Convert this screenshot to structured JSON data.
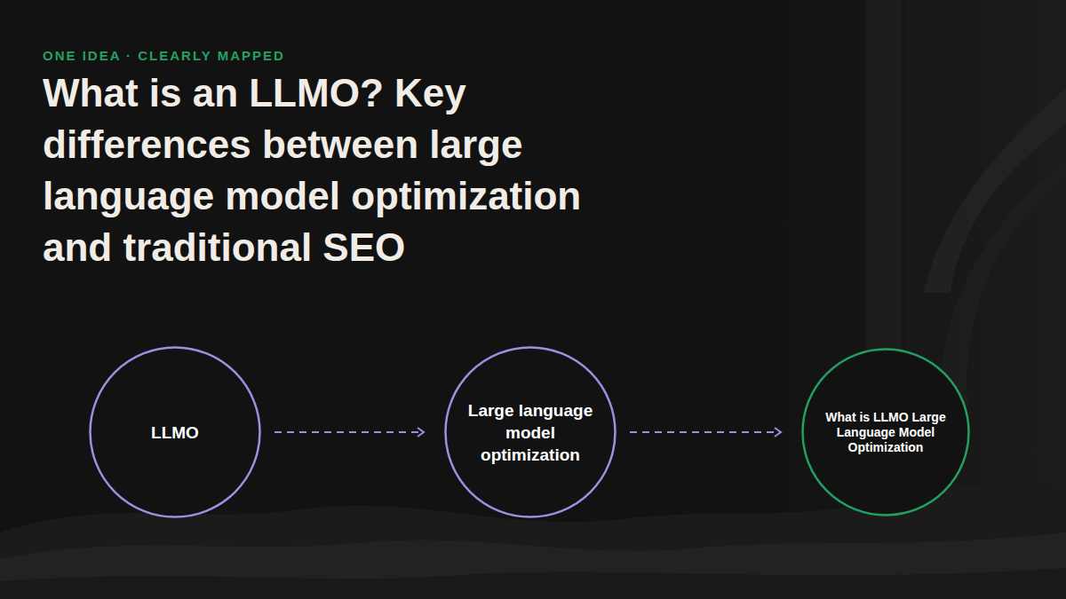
{
  "diagram": {
    "title": "What is an LLMO? Key differences between large language model optimization and traditional SEO",
    "nodes": [
      {
        "text": [
          "LLMO"
        ]
      },
      {
        "text": [
          "Large language model optimization"
        ]
      },
      {
        "text": [
          "What is LLMO Large Language Model Optimization"
        ]
      }
    ],
    "edges": [
      {
        "from": 0,
        "to": 1,
        "arrow": "to"
      },
      {
        "from": 1,
        "to": 2,
        "arrow": "to"
      }
    ],
    "labels": [
      "ONE IDEA · CLEARLY MAPPED"
    ]
  }
}
